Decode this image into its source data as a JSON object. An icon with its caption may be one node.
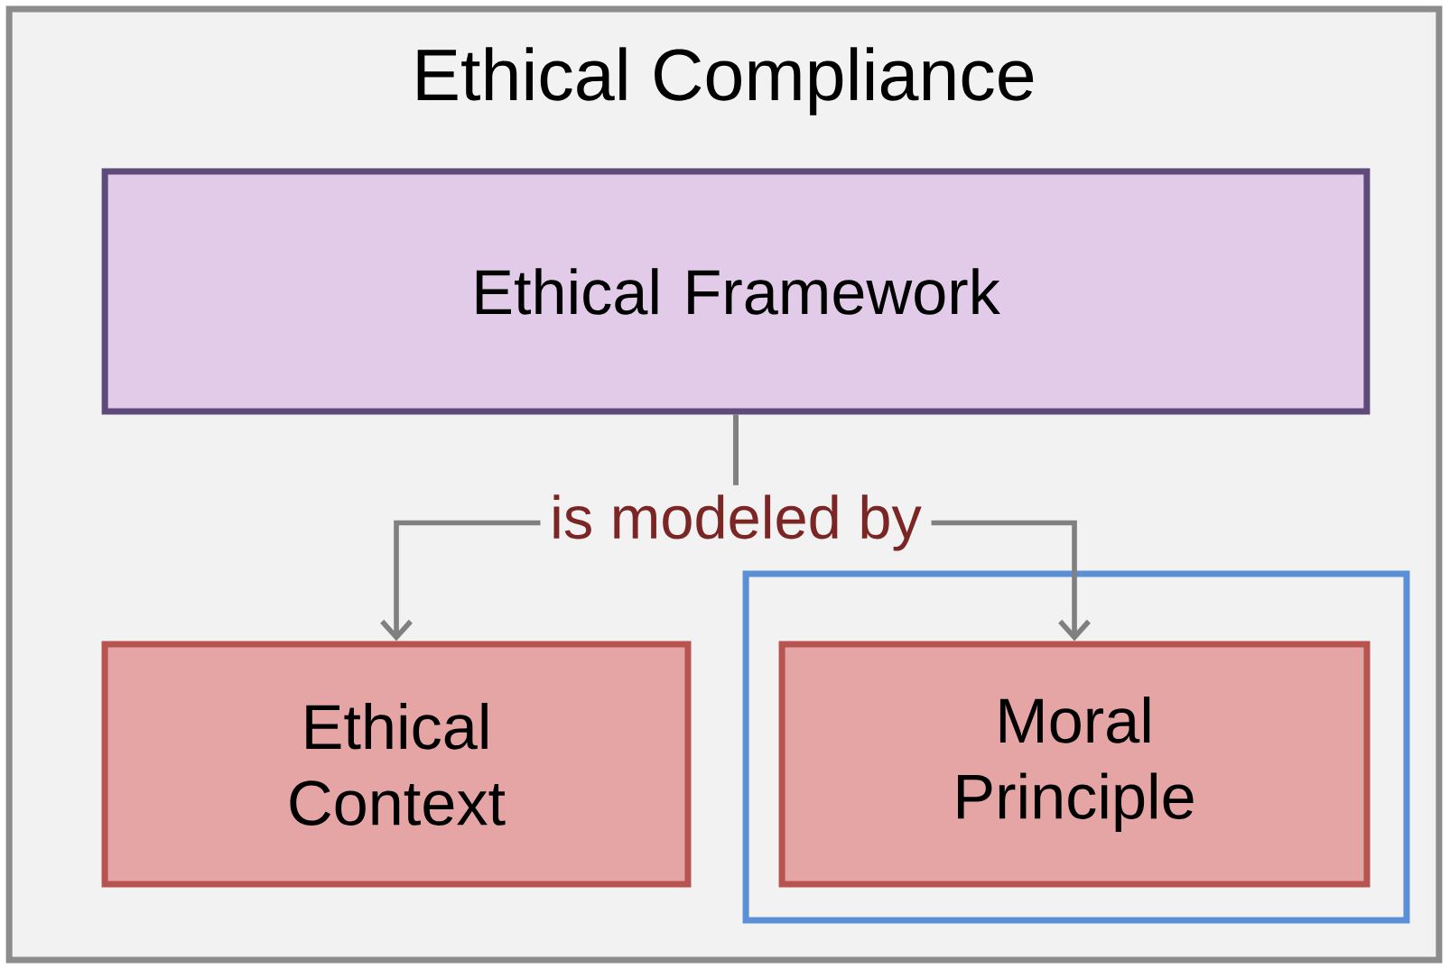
{
  "diagram": {
    "nodes": [
      {
        "text": [
          "Ethical Compliance"
        ]
      },
      {
        "text": [
          "Ethical Framework"
        ],
        "in": 0
      },
      {
        "text": [
          "Ethical Context"
        ],
        "in": 0
      },
      {
        "text": [],
        "shape": "box",
        "in": 0
      },
      {
        "text": [
          "Moral Principle"
        ],
        "in": 3
      }
    ],
    "edges": [
      {
        "from": 1,
        "to": 2,
        "arrow": "to",
        "label": "is modeled by"
      },
      {
        "from": 1,
        "to": 4,
        "arrow": "to"
      }
    ]
  }
}
